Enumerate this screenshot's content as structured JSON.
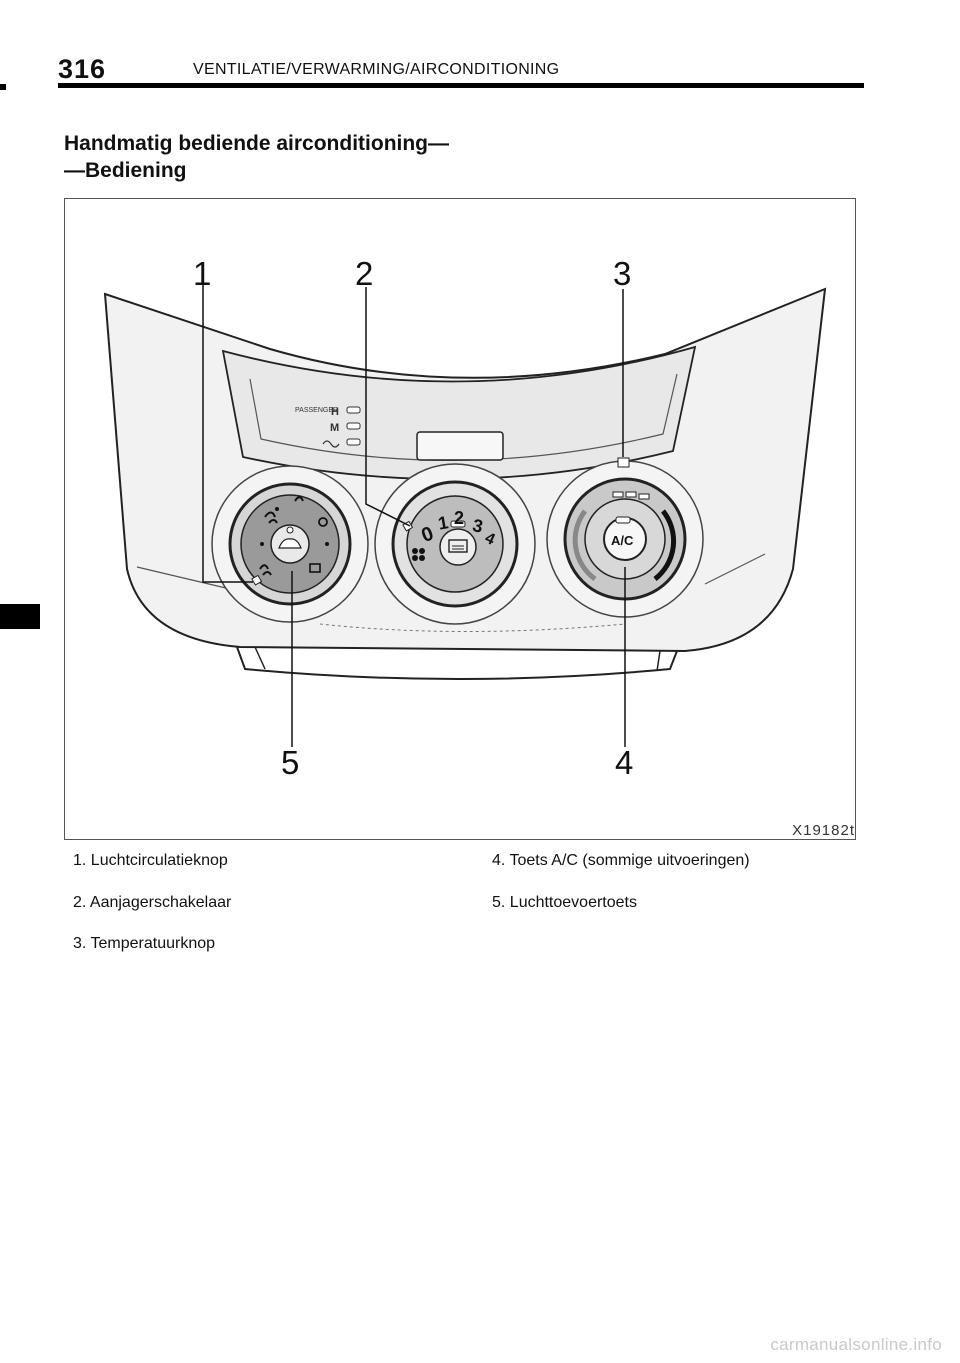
{
  "header": {
    "page_number": "316",
    "chapter_title": "VENTILATIE/VERWARMING/AIRCONDITIONING"
  },
  "section": {
    "title_line1": "Handmatig bediende airconditioning—",
    "title_line2": "—Bediening"
  },
  "figure": {
    "callouts": [
      "1",
      "2",
      "3",
      "4",
      "5"
    ],
    "panel_labels": {
      "indicator_top": "PASSENGER",
      "indicator_h": "H",
      "indicator_m": "M"
    },
    "fan_speeds": [
      "0",
      "1",
      "2",
      "3",
      "4"
    ],
    "ac_button_label": "A/C",
    "code": "X19182t"
  },
  "legend": {
    "item1": "1.  Luchtcirculatieknop",
    "item2": "2.  Aanjagerschakelaar",
    "item3": "3.  Temperatuurknop",
    "item4": "4.  Toets A/C (sommige uitvoeringen)",
    "item5": "5.  Luchttoevoertoets"
  },
  "watermark": "carmanualsonline.info"
}
